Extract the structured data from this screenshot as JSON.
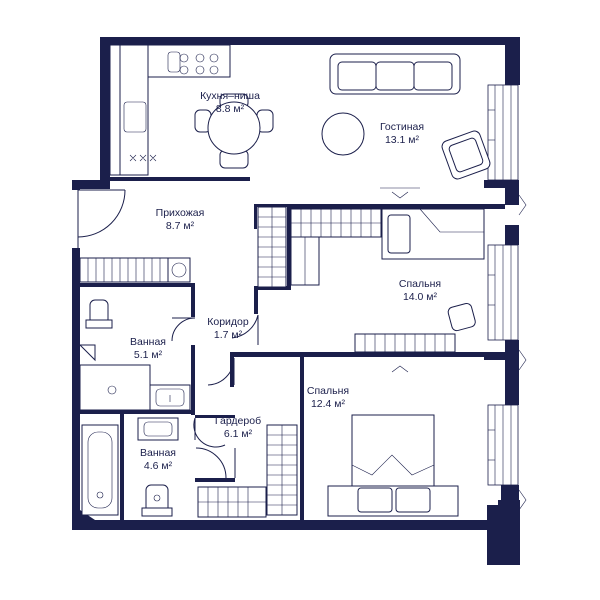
{
  "colors": {
    "wall": "#1b1f4b",
    "background": "#ffffff"
  },
  "rooms": [
    {
      "id": "kitchen",
      "name": "Кухня–ниша",
      "area": "8.8 м²"
    },
    {
      "id": "living",
      "name": "Гостиная",
      "area": "13.1 м²"
    },
    {
      "id": "hall",
      "name": "Прихожая",
      "area": "8.7 м²"
    },
    {
      "id": "bedroom1",
      "name": "Спальня",
      "area": "14.0 м²"
    },
    {
      "id": "corridor",
      "name": "Коридор",
      "area": "1.7 м²"
    },
    {
      "id": "bath1",
      "name": "Ванная",
      "area": "5.1 м²"
    },
    {
      "id": "bedroom2",
      "name": "Спальня",
      "area": "12.4 м²"
    },
    {
      "id": "wardrobe",
      "name": "Гардероб",
      "area": "6.1 м²"
    },
    {
      "id": "bath2",
      "name": "Ванная",
      "area": "4.6 м²"
    }
  ]
}
